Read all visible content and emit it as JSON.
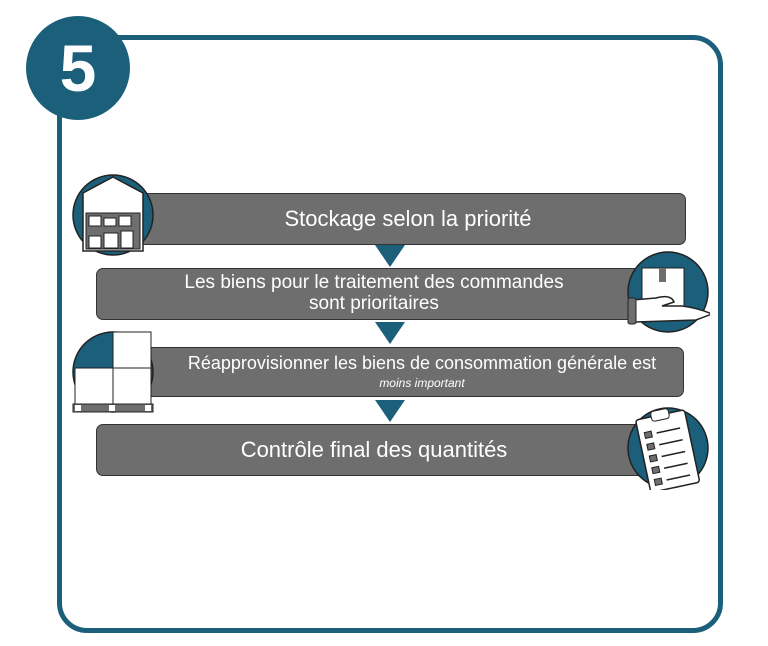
{
  "step_number": "5",
  "steps": [
    {
      "text": "Stockage selon la priorité",
      "icon": "warehouse-icon"
    },
    {
      "text": "Les biens pour le traitement des commandes",
      "text2": "sont prioritaires",
      "icon": "hand-package-icon"
    },
    {
      "text": "Réapprovisionner les biens de consommation générale est",
      "text2": "moins important",
      "icon": "pallet-boxes-icon"
    },
    {
      "text": "Contrôle final des quantités",
      "icon": "clipboard-checklist-icon"
    }
  ],
  "colors": {
    "accent": "#1b5f7b",
    "bar": "#6e6e6e"
  }
}
